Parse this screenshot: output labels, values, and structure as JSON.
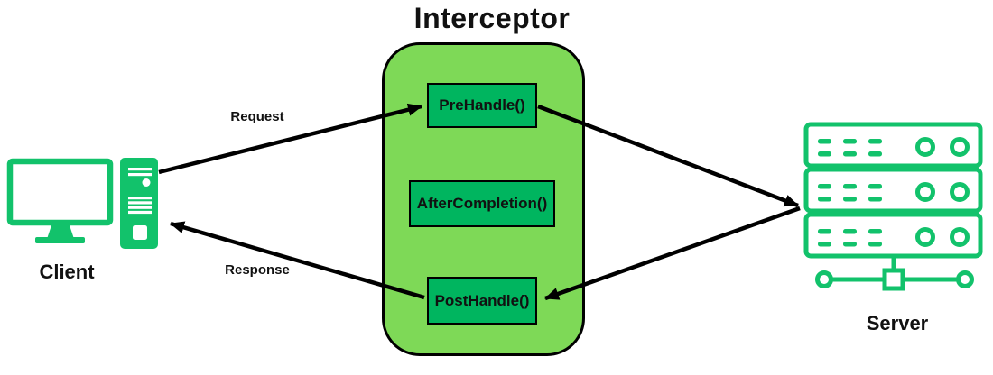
{
  "title": "Interceptor",
  "client": {
    "label": "Client"
  },
  "server": {
    "label": "Server"
  },
  "interceptor": {
    "methods": [
      {
        "label": "PreHandle()"
      },
      {
        "label": "AfterCompletion()"
      },
      {
        "label": "PostHandle()"
      }
    ]
  },
  "arrows": {
    "request_label": "Request",
    "response_label": "Response"
  },
  "colors": {
    "panel_green": "#7ed957",
    "box_green": "#00b55f",
    "icon_green": "#12c26b",
    "arrow_black": "#000000"
  }
}
